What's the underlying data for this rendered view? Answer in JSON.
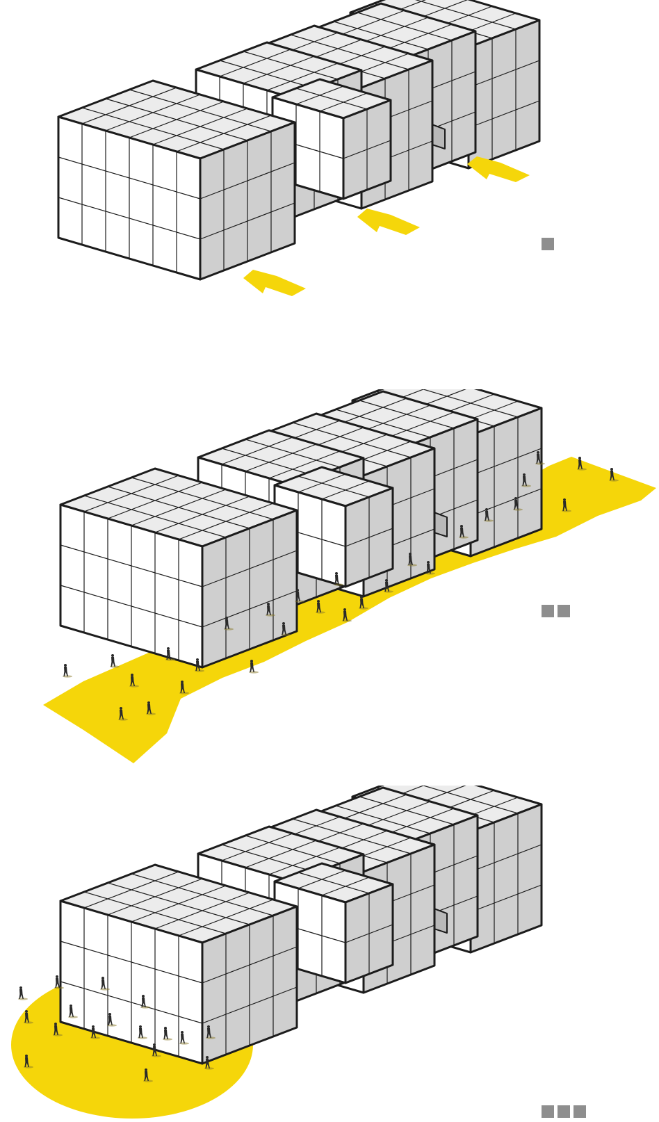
{
  "colors": {
    "accent_yellow": "#f5d60a",
    "top_face": "#ececec",
    "front_face": "#ffffff",
    "side_face": "#cfcfcf",
    "shadow_face": "#b9b9b9",
    "outline": "#1c1c1c",
    "marker_gray": "#8e8e8e",
    "figure": "#2a2a2a"
  },
  "panels": [
    {
      "id": "wind",
      "step": 1,
      "icon": "wind-arrow-icon",
      "markers": 1,
      "overlay": "arrows",
      "arrow_count": 3
    },
    {
      "id": "path",
      "step": 2,
      "icon": "pedestrian-icon",
      "markers": 2,
      "overlay": "walkway",
      "pedestrian_count": 28
    },
    {
      "id": "plaza",
      "step": 3,
      "icon": "pedestrian-icon",
      "markers": 3,
      "overlay": "plaza",
      "pedestrian_count": 17
    }
  ]
}
